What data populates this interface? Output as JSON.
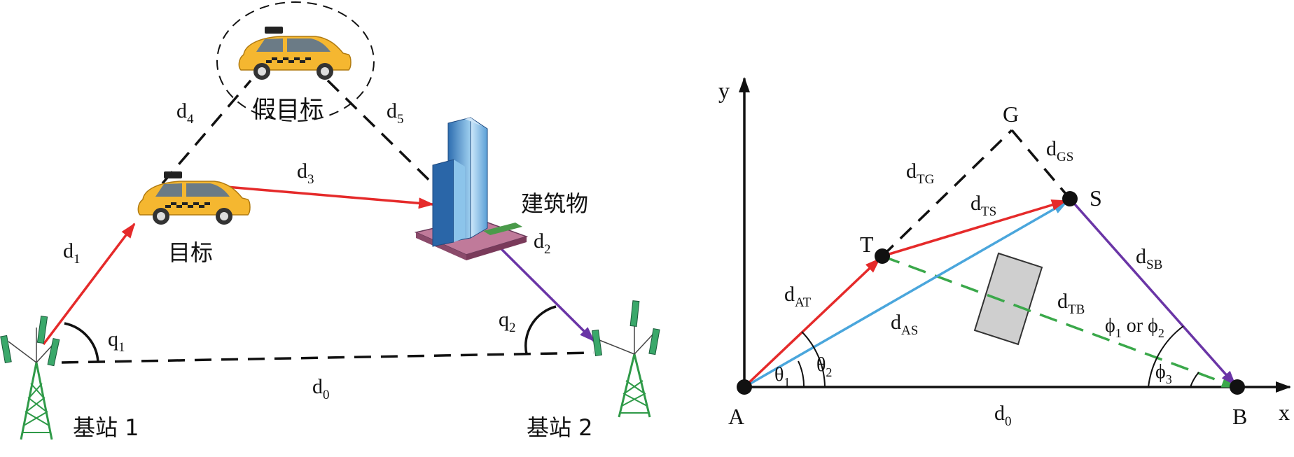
{
  "left_panel": {
    "labels": {
      "fake_target": "假目标",
      "target": "目标",
      "building": "建筑物",
      "base_station_1": "基站 1",
      "base_station_2": "基站 2"
    },
    "distances": {
      "d0": {
        "main": "d",
        "sub": "0"
      },
      "d1": {
        "main": "d",
        "sub": "1"
      },
      "d2": {
        "main": "d",
        "sub": "2"
      },
      "d3": {
        "main": "d",
        "sub": "3"
      },
      "d4": {
        "main": "d",
        "sub": "4"
      },
      "d5": {
        "main": "d",
        "sub": "5"
      }
    },
    "angles": {
      "q1": {
        "main": "q",
        "sub": "1"
      },
      "q2": {
        "main": "q",
        "sub": "2"
      }
    }
  },
  "right_panel": {
    "axes": {
      "x": "x",
      "y": "y"
    },
    "points": {
      "A": "A",
      "B": "B",
      "T": "T",
      "S": "S",
      "G": "G"
    },
    "distances": {
      "d0": {
        "main": "d",
        "sub": "0"
      },
      "dAT": {
        "main": "d",
        "sub": "AT"
      },
      "dAS": {
        "main": "d",
        "sub": "AS"
      },
      "dTS": {
        "main": "d",
        "sub": "TS"
      },
      "dTG": {
        "main": "d",
        "sub": "TG"
      },
      "dGS": {
        "main": "d",
        "sub": "GS"
      },
      "dSB": {
        "main": "d",
        "sub": "SB"
      },
      "dTB": {
        "main": "d",
        "sub": "TB"
      }
    },
    "angles": {
      "theta1": {
        "main": "θ",
        "sub": "1"
      },
      "theta2": {
        "main": "θ",
        "sub": "2"
      },
      "phi3": {
        "main": "ϕ",
        "sub": "3"
      },
      "phi12": {
        "p1": "ϕ",
        "s1": "1",
        "mid": " or ",
        "p2": "ϕ",
        "s2": "2"
      }
    }
  },
  "colors": {
    "red": "#e52a2a",
    "blue": "#4aa6dc",
    "purple": "#6a35a6",
    "green": "#3aa84a",
    "black": "#111111",
    "taxi_yellow": "#f5b730",
    "building_blue": "#3e7fc2",
    "tower_green": "#2f9a48"
  }
}
